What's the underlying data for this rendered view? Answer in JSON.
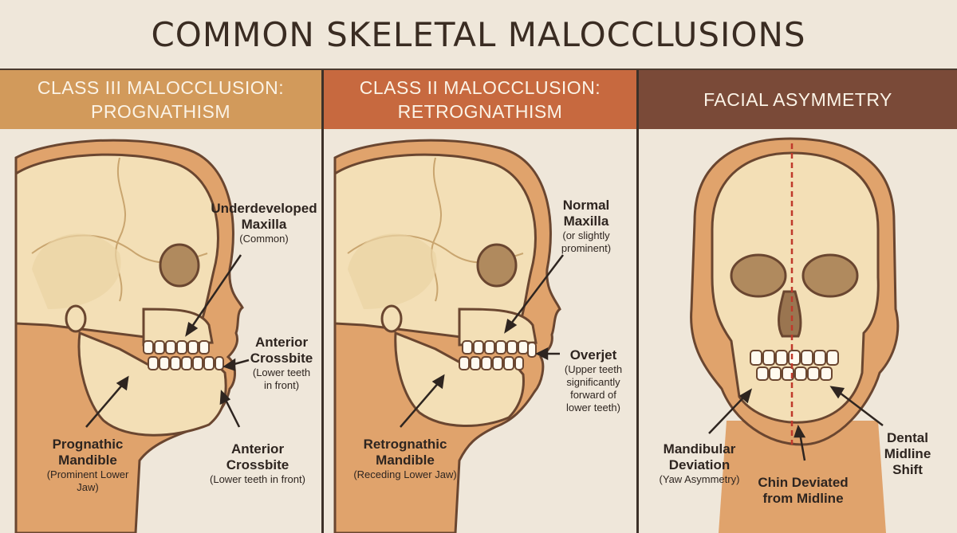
{
  "title": "COMMON SKELETAL MALOCCLUSIONS",
  "colors": {
    "background": "#efe7da",
    "header_class3": "#d29a5b",
    "header_class2": "#c7693f",
    "header_asym": "#7a4a38",
    "skin": "#e0a36c",
    "bone": "#f3dfb6",
    "outline": "#5a3e2c"
  },
  "panels": [
    {
      "header": [
        "CLASS III MALOCCLUSION:",
        "PROGNATHISM"
      ],
      "labels": {
        "maxilla": {
          "main": [
            "Underdeveloped",
            "Maxilla"
          ],
          "sub": [
            "(Common)"
          ]
        },
        "crossbite_right": {
          "main": [
            "Anterior",
            "Crossbite"
          ],
          "sub": [
            "(Lower teeth",
            "in front)"
          ]
        },
        "mandible": {
          "main": [
            "Prognathic",
            "Mandible"
          ],
          "sub": [
            "(Prominent Lower",
            "Jaw)"
          ]
        },
        "crossbite_bottom": {
          "main": [
            "Anterior",
            "Crossbite"
          ],
          "sub": [
            "(Lower teeth in front)"
          ]
        }
      }
    },
    {
      "header": [
        "CLASS II MALOCCLUSION:",
        "RETROGNATHISM"
      ],
      "labels": {
        "maxilla": {
          "main": [
            "Normal",
            "Maxilla"
          ],
          "sub": [
            "(or slightly",
            "prominent)"
          ]
        },
        "overjet": {
          "main": [
            "Overjet"
          ],
          "sub": [
            "(Upper teeth",
            "significantly",
            "forward of",
            "lower teeth)"
          ]
        },
        "mandible": {
          "main": [
            "Retrognathic",
            "Mandible"
          ],
          "sub": [
            "(Receding Lower Jaw)"
          ]
        }
      }
    },
    {
      "header": [
        "FACIAL ASYMMETRY"
      ],
      "labels": {
        "deviation": {
          "main": [
            "Mandibular",
            "Deviation"
          ],
          "sub": [
            "(Yaw Asymmetry)"
          ]
        },
        "chin": {
          "main": [
            "Chin Deviated",
            "from Midline"
          ],
          "sub": []
        },
        "dental_shift": {
          "main": [
            "Dental",
            "Midline",
            "Shift"
          ],
          "sub": []
        }
      }
    }
  ]
}
